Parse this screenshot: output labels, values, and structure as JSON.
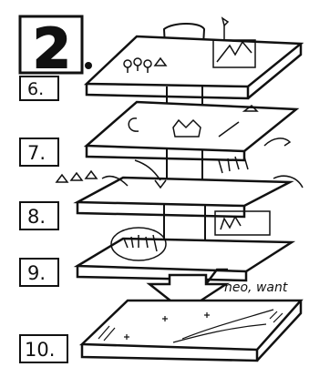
{
  "figure": {
    "number": "2",
    "levels": [
      {
        "label": "6."
      },
      {
        "label": "7."
      },
      {
        "label": "8."
      },
      {
        "label": "9."
      },
      {
        "label": "10."
      }
    ],
    "annotations": {
      "new_want": "neo, want"
    }
  },
  "colors": {
    "ink": "#111111",
    "paper": "#ffffff"
  }
}
